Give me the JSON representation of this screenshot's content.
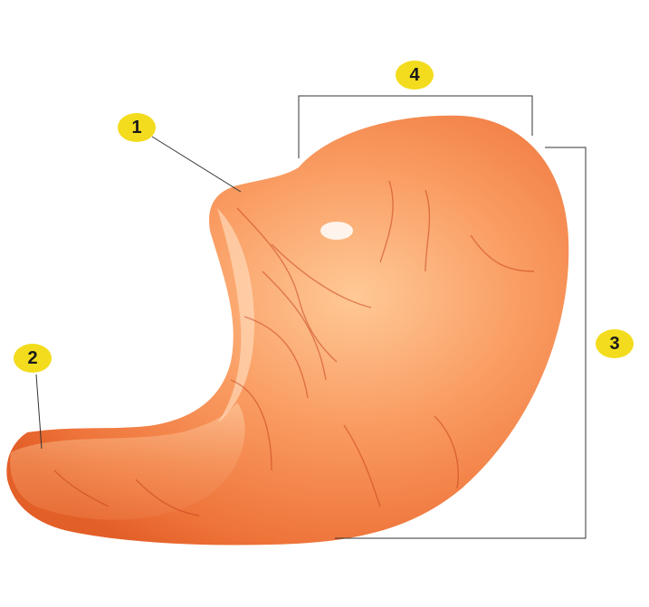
{
  "labels": [
    {
      "id": "label-1",
      "text": "1"
    },
    {
      "id": "label-2",
      "text": "2"
    },
    {
      "id": "label-3",
      "text": "3"
    },
    {
      "id": "label-4",
      "text": "4"
    }
  ],
  "colors": {
    "badge": "#f3dc1d",
    "organ_light": "#ffc38a",
    "organ_mid": "#f79055",
    "organ_dark": "#e8622b",
    "vessel": "#c8431c",
    "line": "#333333"
  }
}
